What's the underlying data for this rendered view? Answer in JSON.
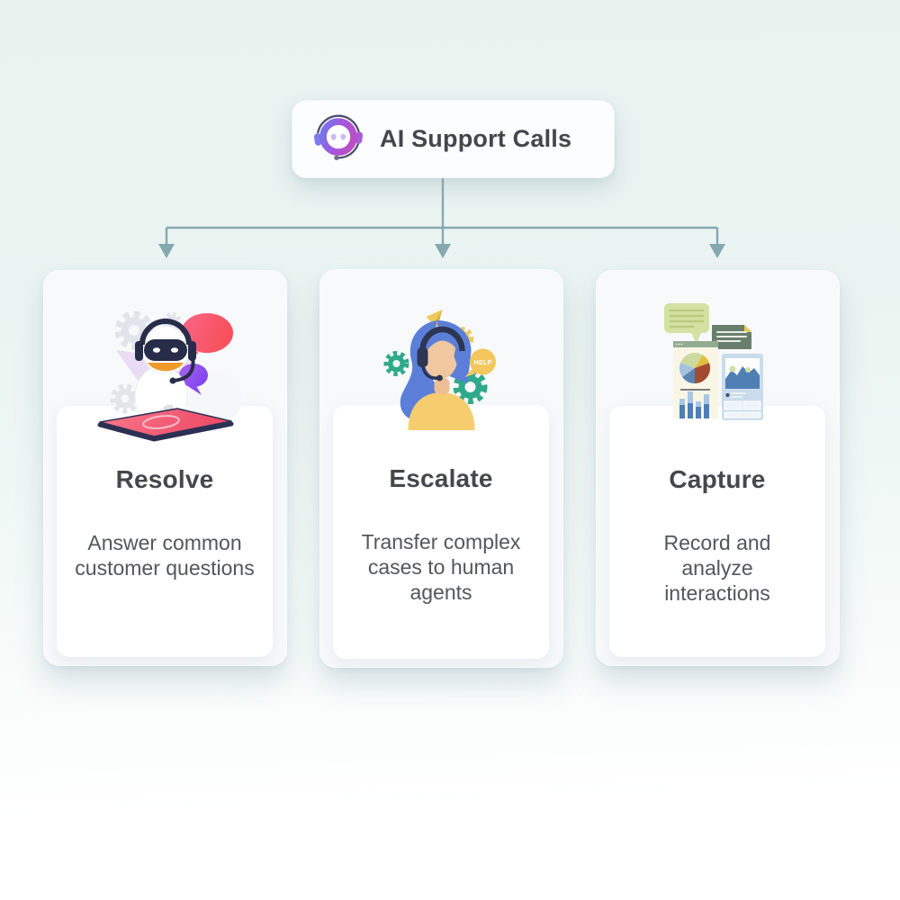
{
  "header": {
    "title": "AI Support Calls",
    "icon": "ai-headset-robot-icon"
  },
  "connector": {
    "color": "#86a8af",
    "type": "tree-arrows-down"
  },
  "cards": [
    {
      "title": "Resolve",
      "description": "Answer common customer questions",
      "illustration": "chatbot-with-speech-bubbles"
    },
    {
      "title": "Escalate",
      "description": "Transfer complex cases to human agents",
      "illustration": "support-agent-with-headset",
      "badge_text": "HELP"
    },
    {
      "title": "Capture",
      "description": "Record and analyze interactions",
      "illustration": "analytics-charts-and-notes"
    }
  ],
  "colors": {
    "background_top": "#e8f3f0",
    "background_bottom": "#ffffff",
    "card_background": "#f7f9fa",
    "panel_background": "#ffffff",
    "header_text": "#45464b",
    "card_title_text": "#46474c",
    "card_body_text": "#54565b",
    "icon_gradient": [
      "#7277ec",
      "#a158dd",
      "#bb4ec8"
    ]
  }
}
